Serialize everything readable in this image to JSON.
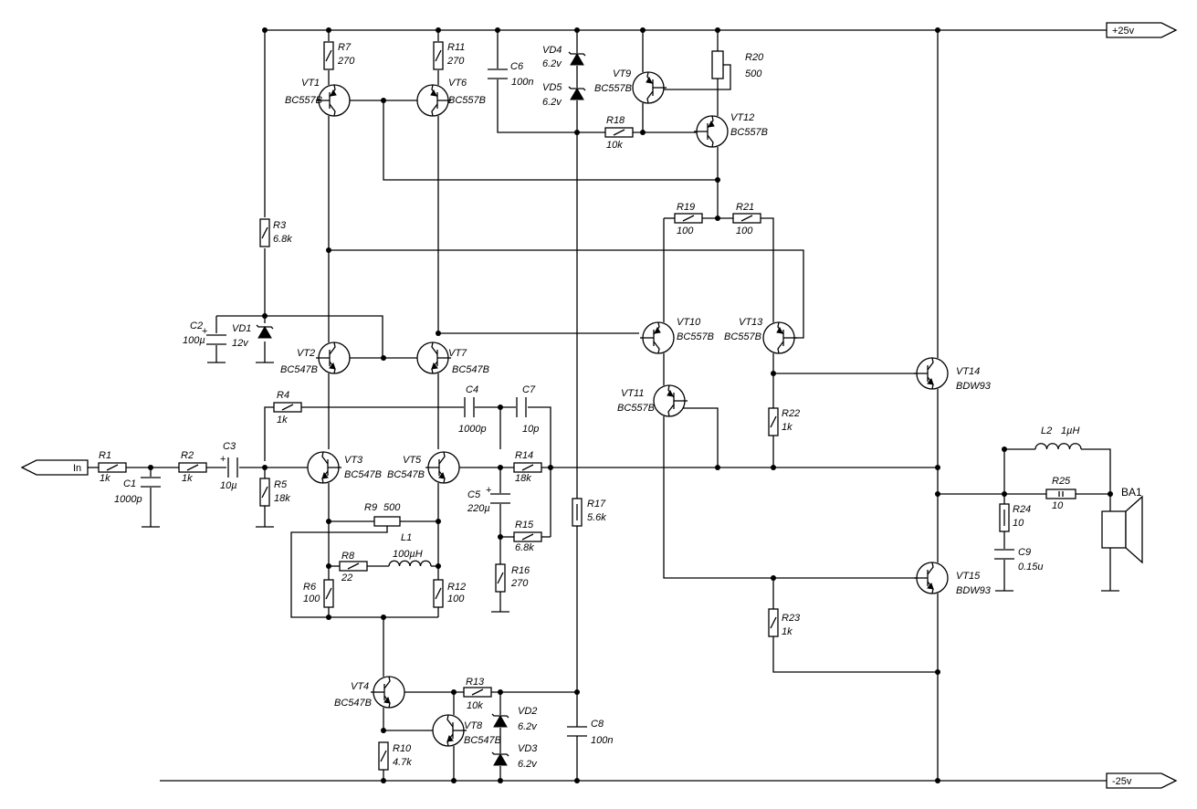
{
  "rails": {
    "positive": "+25v",
    "negative": "-25v"
  },
  "input": {
    "label": "In"
  },
  "output": {
    "label": "BA1"
  },
  "components": {
    "R1": {
      "ref": "R1",
      "value": "1k"
    },
    "R2": {
      "ref": "R2",
      "value": "1k"
    },
    "R3": {
      "ref": "R3",
      "value": "6.8k"
    },
    "R4": {
      "ref": "R4",
      "value": "1k"
    },
    "R5": {
      "ref": "R5",
      "value": "18k"
    },
    "R6": {
      "ref": "R6",
      "value": "100"
    },
    "R7": {
      "ref": "R7",
      "value": "270"
    },
    "R8": {
      "ref": "R8",
      "value": "22"
    },
    "R9": {
      "ref": "R9",
      "value": "500"
    },
    "R10": {
      "ref": "R10",
      "value": "4.7k"
    },
    "R11": {
      "ref": "R11",
      "value": "270"
    },
    "R12": {
      "ref": "R12",
      "value": "100"
    },
    "R13": {
      "ref": "R13",
      "value": "10k"
    },
    "R14": {
      "ref": "R14",
      "value": "18k"
    },
    "R15": {
      "ref": "R15",
      "value": "6.8k"
    },
    "R16": {
      "ref": "R16",
      "value": "270"
    },
    "R17": {
      "ref": "R17",
      "value": "5.6k"
    },
    "R18": {
      "ref": "R18",
      "value": "10k"
    },
    "R19": {
      "ref": "R19",
      "value": "100"
    },
    "R20": {
      "ref": "R20",
      "value": "500"
    },
    "R21": {
      "ref": "R21",
      "value": "100"
    },
    "R22": {
      "ref": "R22",
      "value": "1k"
    },
    "R23": {
      "ref": "R23",
      "value": "1k"
    },
    "R24": {
      "ref": "R24",
      "value": "10"
    },
    "R25": {
      "ref": "R25",
      "value": "10"
    },
    "C1": {
      "ref": "C1",
      "value": "1000p"
    },
    "C2": {
      "ref": "C2",
      "value": "100µ"
    },
    "C3": {
      "ref": "C3",
      "value": "10µ"
    },
    "C4": {
      "ref": "C4",
      "value": "1000p"
    },
    "C5": {
      "ref": "C5",
      "value": "220µ"
    },
    "C6": {
      "ref": "C6",
      "value": "100n"
    },
    "C7": {
      "ref": "C7",
      "value": "10p"
    },
    "C8": {
      "ref": "C8",
      "value": "100n"
    },
    "C9": {
      "ref": "C9",
      "value": "0.15u"
    },
    "L1": {
      "ref": "L1",
      "value": "100µH"
    },
    "L2": {
      "ref": "L2",
      "value": "1µH"
    },
    "VD1": {
      "ref": "VD1",
      "value": "12v"
    },
    "VD2": {
      "ref": "VD2",
      "value": "6.2v"
    },
    "VD3": {
      "ref": "VD3",
      "value": "6.2v"
    },
    "VD4": {
      "ref": "VD4",
      "value": "6.2v"
    },
    "VD5": {
      "ref": "VD5",
      "value": "6.2v"
    },
    "VT1": {
      "ref": "VT1",
      "value": "BC557B"
    },
    "VT2": {
      "ref": "VT2",
      "value": "BC547B"
    },
    "VT3": {
      "ref": "VT3",
      "value": "BC547B"
    },
    "VT4": {
      "ref": "VT4",
      "value": "BC547B"
    },
    "VT5": {
      "ref": "VT5",
      "value": "BC547B"
    },
    "VT6": {
      "ref": "VT6",
      "value": "BC557B"
    },
    "VT7": {
      "ref": "VT7",
      "value": "BC547B"
    },
    "VT8": {
      "ref": "VT8",
      "value": "BC547B"
    },
    "VT9": {
      "ref": "VT9",
      "value": "BC557B"
    },
    "VT10": {
      "ref": "VT10",
      "value": "BC557B"
    },
    "VT11": {
      "ref": "VT11",
      "value": "BC557B"
    },
    "VT12": {
      "ref": "VT12",
      "value": "BC557B"
    },
    "VT13": {
      "ref": "VT13",
      "value": "BC557B"
    },
    "VT14": {
      "ref": "VT14",
      "value": "BDW93"
    },
    "VT15": {
      "ref": "VT15",
      "value": "BDW93"
    }
  }
}
